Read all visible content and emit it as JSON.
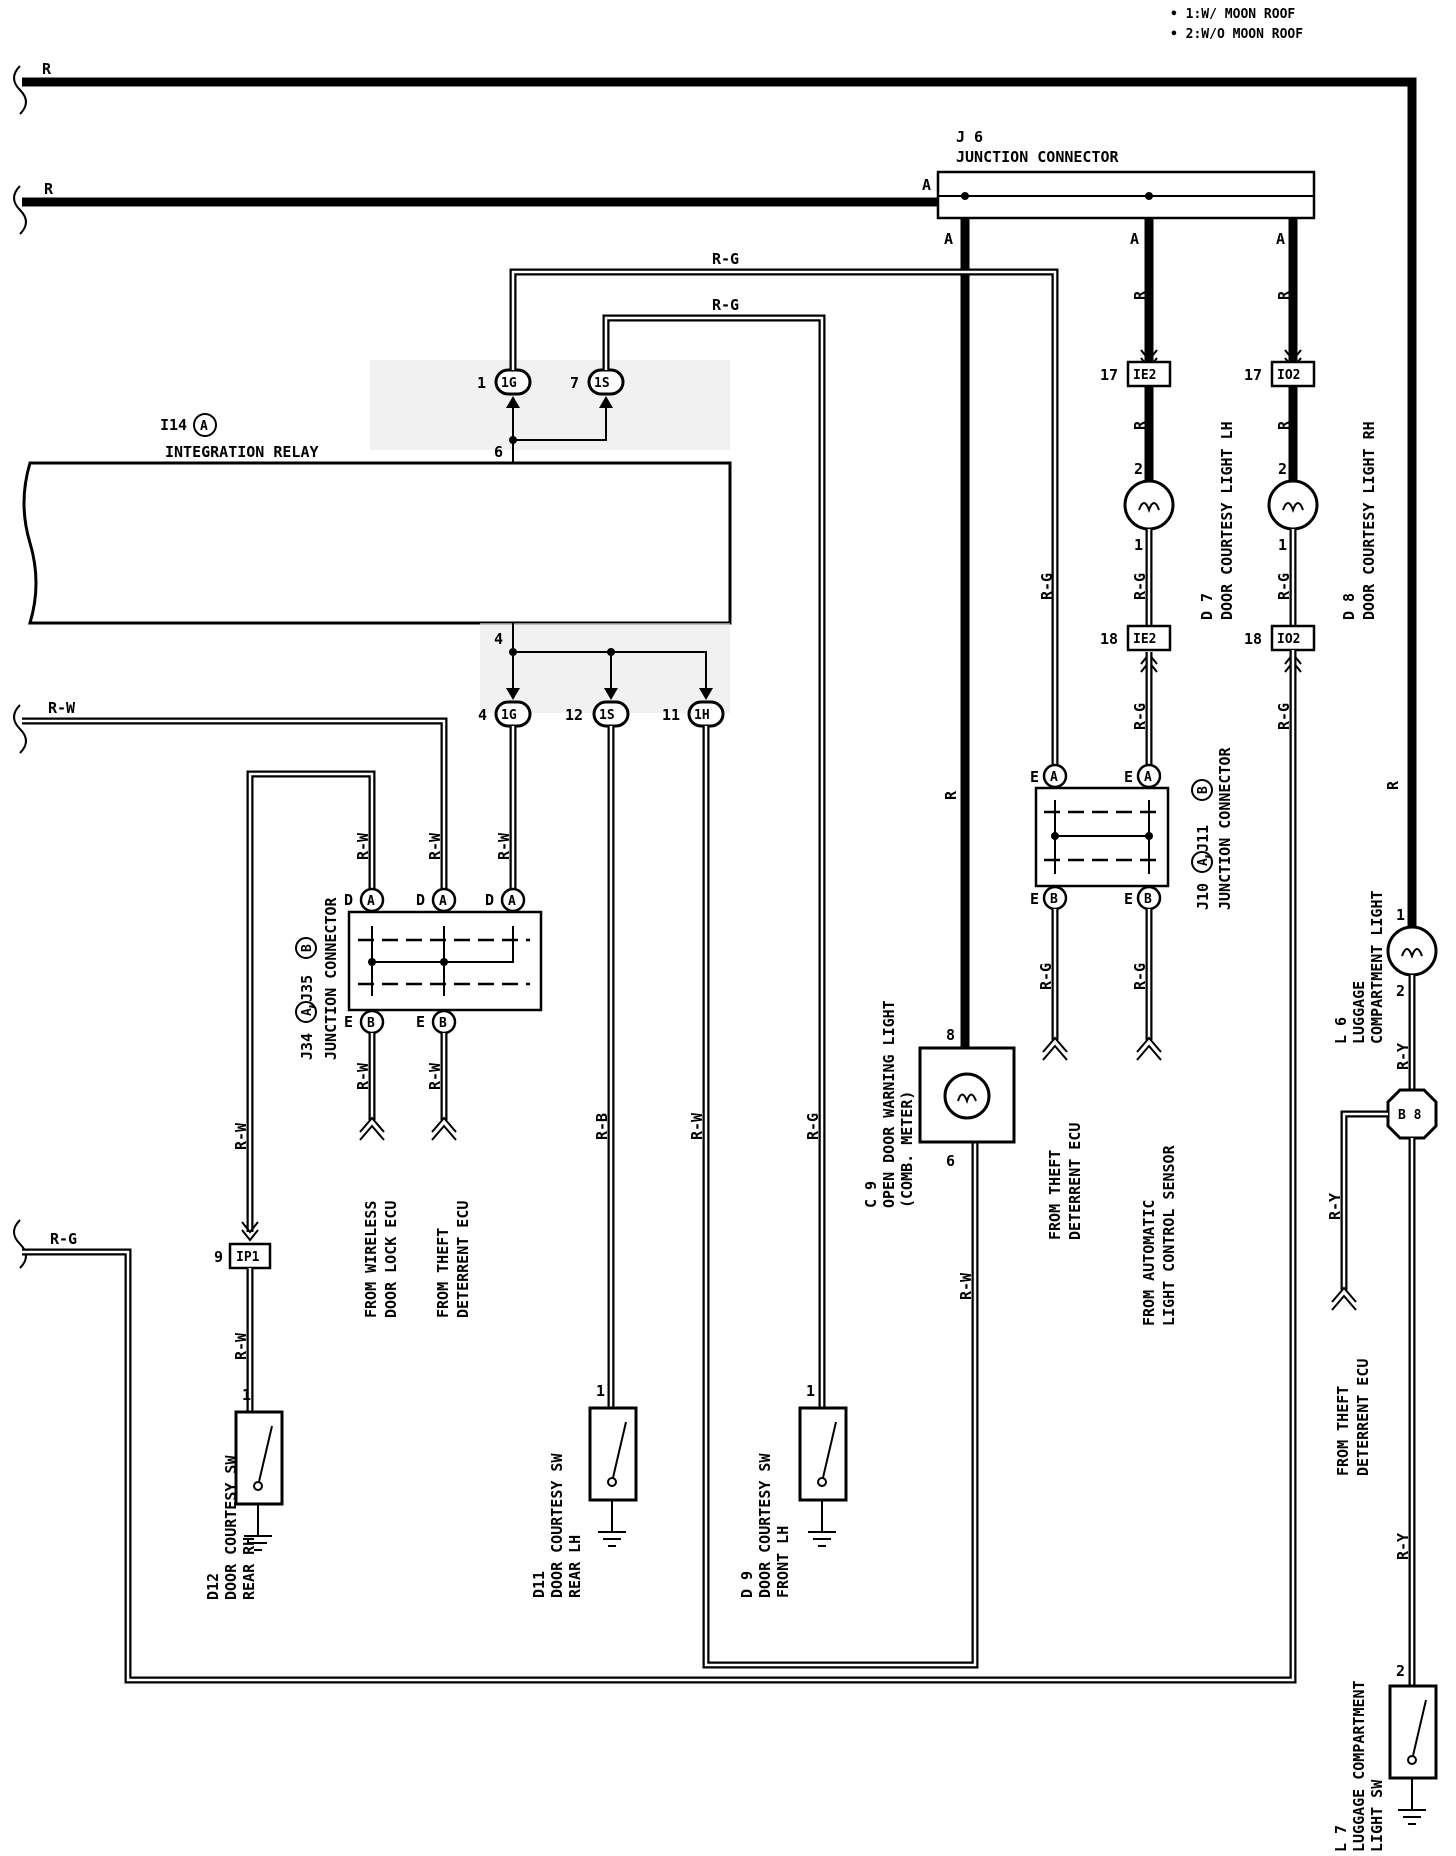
{
  "notes": [
    "• 1:W/ MOON ROOF",
    "• 2:W/O MOON ROOF"
  ],
  "wire_colors": {
    "r": "R",
    "rg": "R-G",
    "rw": "R-W",
    "rb": "R-B",
    "ry": "R-Y"
  },
  "components": {
    "j6": {
      "id": "J 6",
      "name": "JUNCTION CONNECTOR"
    },
    "i14": {
      "id": "I14",
      "sub": "A",
      "name": "INTEGRATION RELAY"
    },
    "j34": {
      "id": "J34",
      "sub_a": "A",
      "sep": ",",
      "id2": "J35",
      "sub_b": "B",
      "name": "JUNCTION CONNECTOR"
    },
    "j10": {
      "id": "J10",
      "sub_a": "A",
      "sep": ",",
      "id2": "J11",
      "sub_b": "B",
      "name": "JUNCTION CONNECTOR"
    },
    "c9": {
      "id": "C 9",
      "name": "OPEN DOOR WARNING LIGHT",
      "sub": "(COMB. METER)"
    },
    "d7": {
      "id": "D 7",
      "name": "DOOR COURTESY LIGHT LH"
    },
    "d8": {
      "id": "D 8",
      "name": "DOOR COURTESY LIGHT RH"
    },
    "l6": {
      "id": "L 6",
      "name1": "LUGGAGE",
      "name2": "COMPARTMENT LIGHT"
    },
    "l7": {
      "id": "L 7",
      "name1": "LUGGAGE COMPARTMENT",
      "name2": "LIGHT SW"
    },
    "d12": {
      "id": "D12",
      "name1": "DOOR COURTESY SW",
      "name2": "REAR RH"
    },
    "d11": {
      "id": "D11",
      "name1": "DOOR COURTESY SW",
      "name2": "REAR LH"
    },
    "d9": {
      "id": "D 9",
      "name1": "DOOR COURTESY SW",
      "name2": "FRONT LH"
    }
  },
  "connectors": {
    "c1g": "1G",
    "c1s": "1S",
    "c1h": "1H",
    "ie2": "IE2",
    "io2": "IO2",
    "ip1": "IP1",
    "b8": "B 8"
  },
  "pins": {
    "p1": "1",
    "p2": "2",
    "p4": "4",
    "p6": "6",
    "p7": "7",
    "p8": "8",
    "p9": "9",
    "p11": "11",
    "p12": "12",
    "p17": "17",
    "p18": "18",
    "pa": "A",
    "pb": "B",
    "pd": "D",
    "pe": "E"
  },
  "sources": {
    "wireless": [
      "FROM WIRELESS",
      "DOOR LOCK ECU"
    ],
    "theft1": [
      "FROM THEFT",
      "DETERRENT ECU"
    ],
    "theft2": [
      "FROM THEFT",
      "DETERRENT ECU"
    ],
    "auto": [
      "FROM AUTOMATIC",
      "LIGHT CONTROL SENSOR"
    ],
    "theft3": [
      "FROM THEFT",
      "DETERRENT ECU"
    ]
  }
}
